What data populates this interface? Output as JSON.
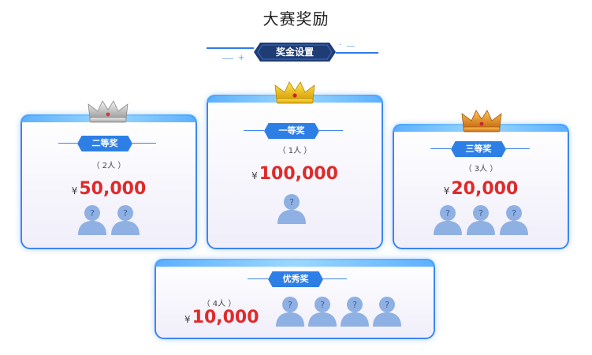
{
  "page": {
    "title": "大赛奖励"
  },
  "banner": {
    "label": "奖金设置"
  },
  "first": {
    "tag": "一等奖",
    "count": "（ 1人 ）",
    "currency": "¥",
    "amount": "100,000"
  },
  "second": {
    "tag": "二等奖",
    "count": "（ 2人 ）",
    "currency": "¥",
    "amount": "50,000"
  },
  "third": {
    "tag": "三等奖",
    "count": "（ 3人 ）",
    "currency": "¥",
    "amount": "20,000"
  },
  "excellent": {
    "tag": "优秀奖",
    "count": "（ 4人 ）",
    "currency": "¥",
    "amount": "10,000"
  },
  "avatar_mark": "?",
  "colors": {
    "accent": "#2d7fe6",
    "prize": "#e02a2a",
    "gold": "#f2c318",
    "silver": "#c9c9c9",
    "bronze": "#e0902a"
  },
  "icons": [
    "gold-crown-icon",
    "silver-crown-icon",
    "bronze-crown-icon",
    "avatar-placeholder-icon"
  ]
}
